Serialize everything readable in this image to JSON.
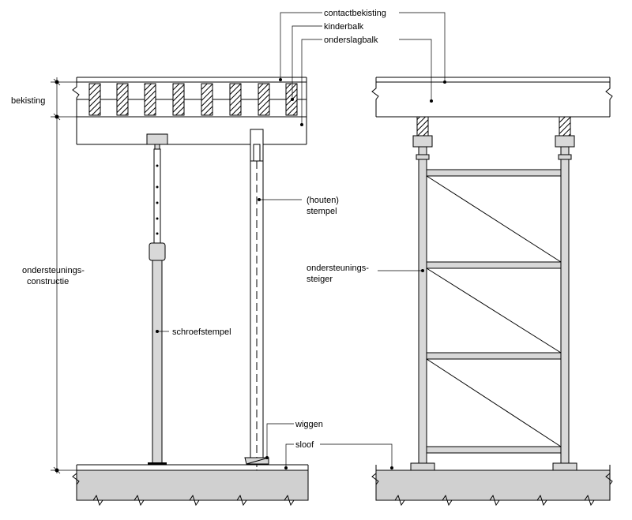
{
  "labels": {
    "contactbekisting": "contactbekisting",
    "kinderbalk": "kinderbalk",
    "onderslagbalk": "onderslagbalk",
    "bekisting": "bekisting",
    "ondersteunings_constructie_1": "ondersteunings-",
    "ondersteunings_constructie_2": "constructie",
    "houten_stempel_1": "(houten)",
    "houten_stempel_2": "stempel",
    "schroefstempel": "schroefstempel",
    "ondersteunings_steiger_1": "ondersteunings-",
    "ondersteunings_steiger_2": "steiger",
    "wiggen": "wiggen",
    "sloof": "sloof"
  },
  "colors": {
    "line": "#000000",
    "fill_grey": "#d8d8d8",
    "ground_grey": "#d0d0d0",
    "background": "#ffffff"
  }
}
